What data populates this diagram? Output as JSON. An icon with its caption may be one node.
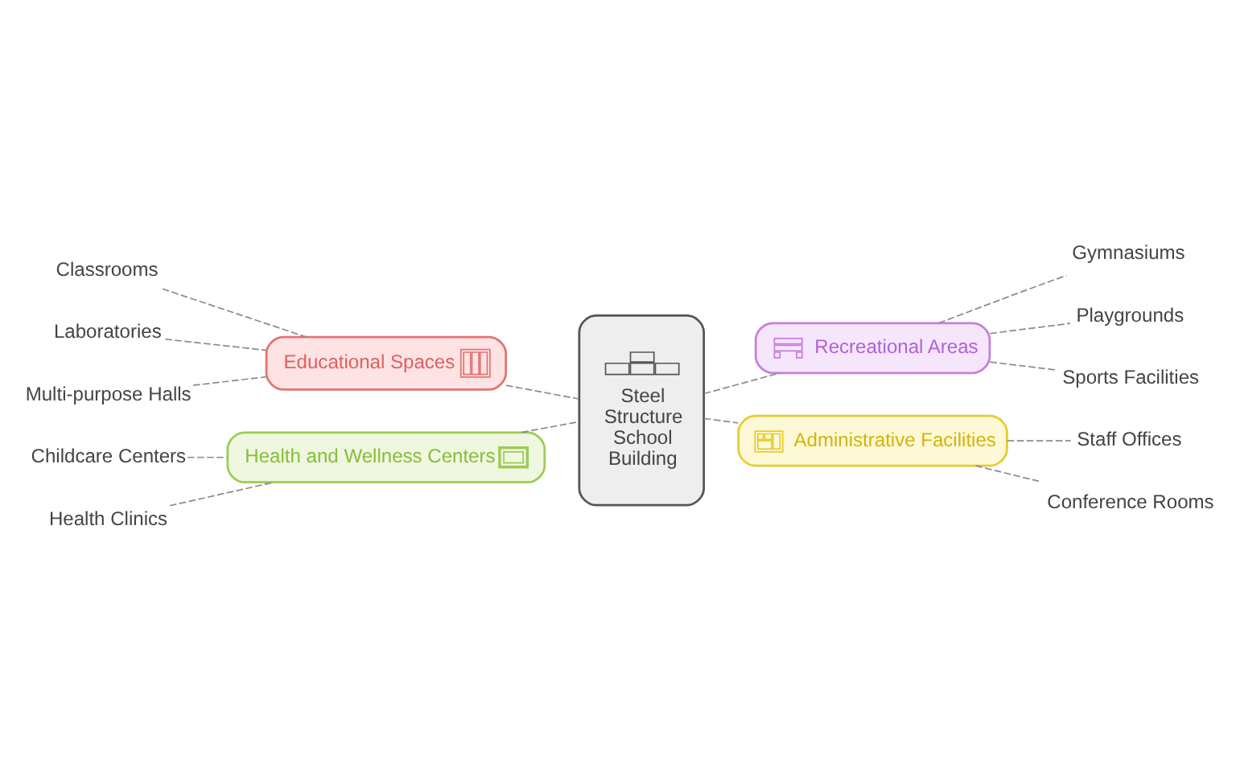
{
  "diagram": {
    "nodes": [
      {
        "text": [
          "Educational Spaces"
        ]
      },
      {
        "text": [
          "Classrooms"
        ]
      },
      {
        "text": [
          "Laboratories"
        ]
      },
      {
        "text": [
          "Multi-purpose Halls"
        ]
      },
      {
        "text": [
          "Steel Structure School Building"
        ]
      },
      {
        "text": [
          "Recreational Areas"
        ]
      },
      {
        "text": [
          "Gymnasiums"
        ]
      },
      {
        "text": [
          "Playgrounds"
        ]
      },
      {
        "text": [
          "Sports Facilities"
        ]
      },
      {
        "text": [
          "Health and Wellness Centers"
        ]
      },
      {
        "text": [
          "Childcare Centers"
        ]
      },
      {
        "text": [
          "Health Clinics"
        ]
      },
      {
        "text": [
          "Administrative Facilities"
        ]
      },
      {
        "text": [
          "Staff Offices"
        ]
      },
      {
        "text": [
          "Conference Rooms"
        ]
      }
    ],
    "edges": [
      {
        "from": 0,
        "to": 4,
        "arrow": "none",
        "style": "dashed"
      },
      {
        "from": 1,
        "to": 0,
        "arrow": "none",
        "style": "dashed"
      },
      {
        "from": 2,
        "to": 0,
        "arrow": "none",
        "style": "dashed"
      },
      {
        "from": 3,
        "to": 0,
        "arrow": "none",
        "style": "dashed"
      },
      {
        "from": 4,
        "to": 5,
        "arrow": "none",
        "style": "dashed"
      },
      {
        "from": 5,
        "to": 6,
        "arrow": "none",
        "style": "dashed"
      },
      {
        "from": 5,
        "to": 7,
        "arrow": "none",
        "style": "dashed"
      },
      {
        "from": 5,
        "to": 8,
        "arrow": "none",
        "style": "dashed"
      },
      {
        "from": 9,
        "to": 4,
        "arrow": "none",
        "style": "dashed"
      },
      {
        "from": 10,
        "to": 9,
        "arrow": "none",
        "style": "dashed"
      },
      {
        "from": 11,
        "to": 9,
        "arrow": "none",
        "style": "dashed"
      },
      {
        "from": 4,
        "to": 12,
        "arrow": "none",
        "style": "dashed"
      },
      {
        "from": 12,
        "to": 13,
        "arrow": "none",
        "style": "dashed"
      },
      {
        "from": 12,
        "to": 14,
        "arrow": "none",
        "style": "dashed"
      }
    ]
  }
}
